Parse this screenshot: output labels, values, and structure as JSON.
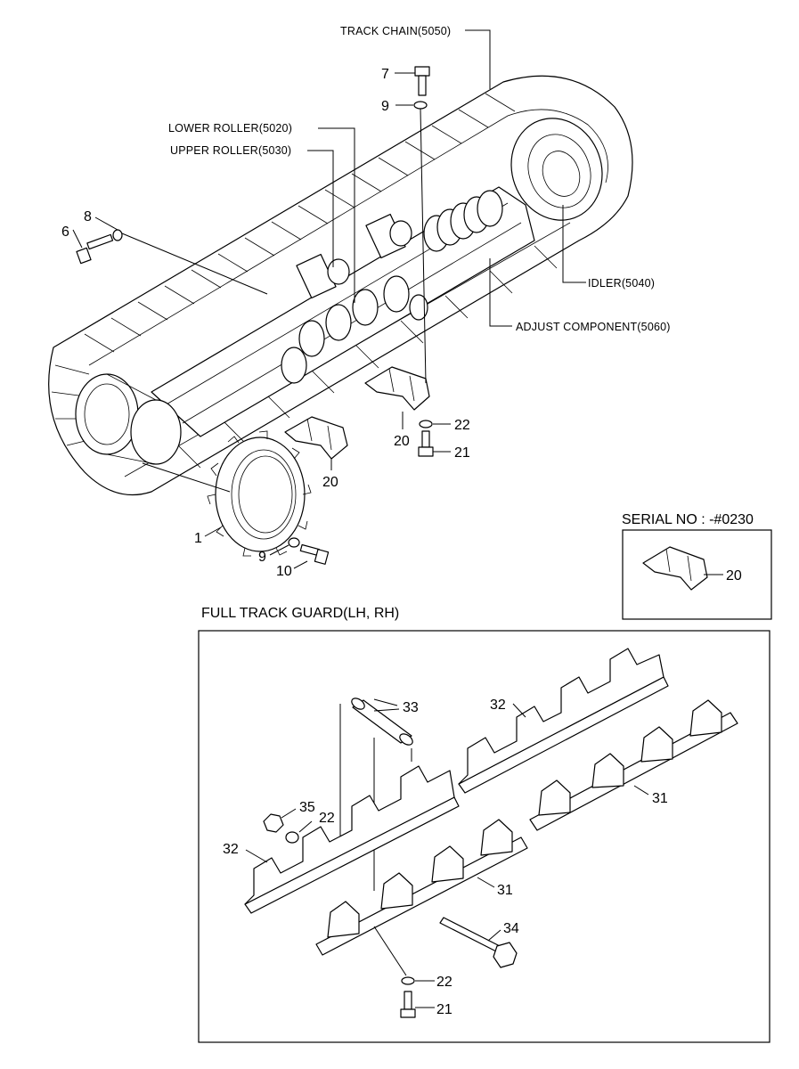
{
  "assembly_labels": {
    "track_chain": "TRACK CHAIN(5050)",
    "lower_roller": "LOWER ROLLER(5020)",
    "upper_roller": "UPPER ROLLER(5030)",
    "idler": "IDLER(5040)",
    "adjust_component": "ADJUST COMPONENT(5060)"
  },
  "serial_box": {
    "title": "SERIAL NO : -#0230",
    "part": "20"
  },
  "track_guard": {
    "title": "FULL TRACK GUARD(LH, RH)"
  },
  "callouts": {
    "c1": "1",
    "c6": "6",
    "c7": "7",
    "c8": "8",
    "c9_top": "9",
    "c9_bottom": "9",
    "c10": "10",
    "c20_left": "20",
    "c20_right": "20",
    "c21_top": "21",
    "c22_top": "22",
    "c33": "33",
    "c32_top": "32",
    "c35": "35",
    "c22_guard": "22",
    "c32_left": "32",
    "c31_right": "31",
    "c31_mid": "31",
    "c34": "34",
    "c22_bottom": "22",
    "c21_bottom": "21"
  }
}
